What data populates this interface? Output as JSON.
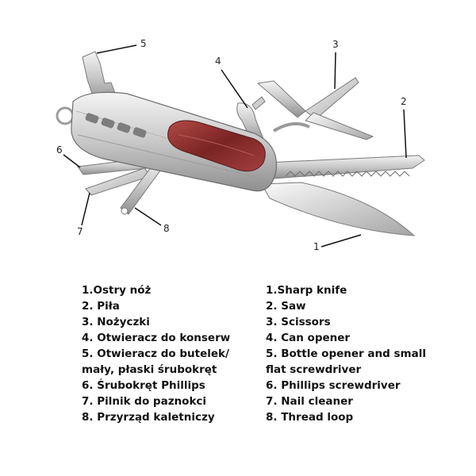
{
  "callouts": [
    "1",
    "2",
    "3",
    "4",
    "5",
    "6",
    "7",
    "8"
  ],
  "legend_pl": [
    "1.Ostry nóż",
    "2. Piła",
    "3. Nożyczki",
    "4. Otwieracz do konserw",
    "5. Otwieracz do butelek/",
    "mały, płaski śrubokręt",
    "6. Śrubokręt Phillips",
    "7. Pilnik do paznokci",
    "8. Przyrząd kaletniczy"
  ],
  "legend_en": [
    "1.Sharp knife",
    "2. Saw",
    "3. Scissors",
    "4. Can opener",
    "5. Bottle opener and small",
    "flat screwdriver",
    "6. Phillips screwdriver",
    "7. Nail cleaner",
    "8. Thread loop"
  ],
  "colors": {
    "handle_wood": "#8b2e2e",
    "steel_light": "#e6e6e6",
    "steel_dark": "#8a8a8a"
  }
}
